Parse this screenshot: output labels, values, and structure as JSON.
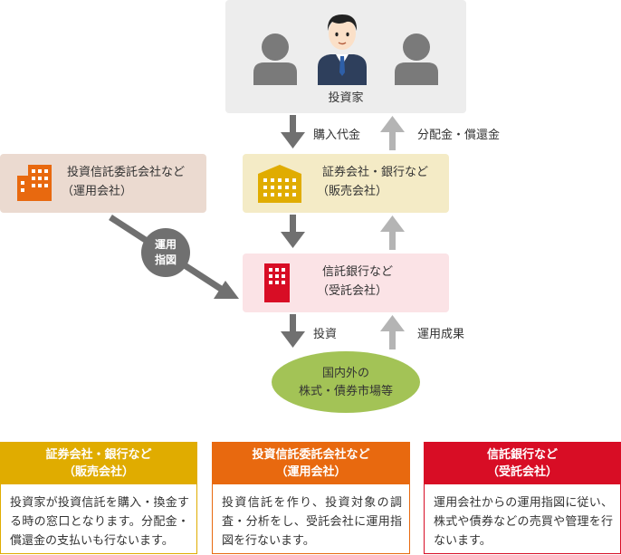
{
  "investors": {
    "label": "投資家"
  },
  "sales_company": {
    "line1": "証券会社・銀行など",
    "line2": "（販売会社）"
  },
  "management_company": {
    "line1": "投資信託委託会社など",
    "line2": "（運用会社）"
  },
  "trust_bank": {
    "line1": "信託銀行など",
    "line2": "（受託会社）"
  },
  "market": {
    "line1": "国内外の",
    "line2": "株式・債券市場等"
  },
  "instruction_badge": {
    "line1": "運用",
    "line2": "指図"
  },
  "arrows": {
    "purchase": "購入代金",
    "distribution": "分配金・償還金",
    "investment": "投資",
    "results": "運用成果"
  },
  "cards": [
    {
      "title1": "証券会社・銀行など",
      "title2": "（販売会社）",
      "body": "投資家が投資信託を購入・換金する時の窓口となります。分配金・償還金の支払いも行ないます。",
      "color": "#e0ac00"
    },
    {
      "title1": "投資信託委託会社など",
      "title2": "（運用会社）",
      "body": "投資信託を作り、投資対象の調査・分析をし、受託会社に運用指図を行ないます。",
      "color": "#e8690f"
    },
    {
      "title1": "信託銀行など",
      "title2": "（受託会社）",
      "body": "運用会社からの運用指図に従い、株式や債券などの売買や管理を行ないます。",
      "color": "#d80d25"
    }
  ]
}
